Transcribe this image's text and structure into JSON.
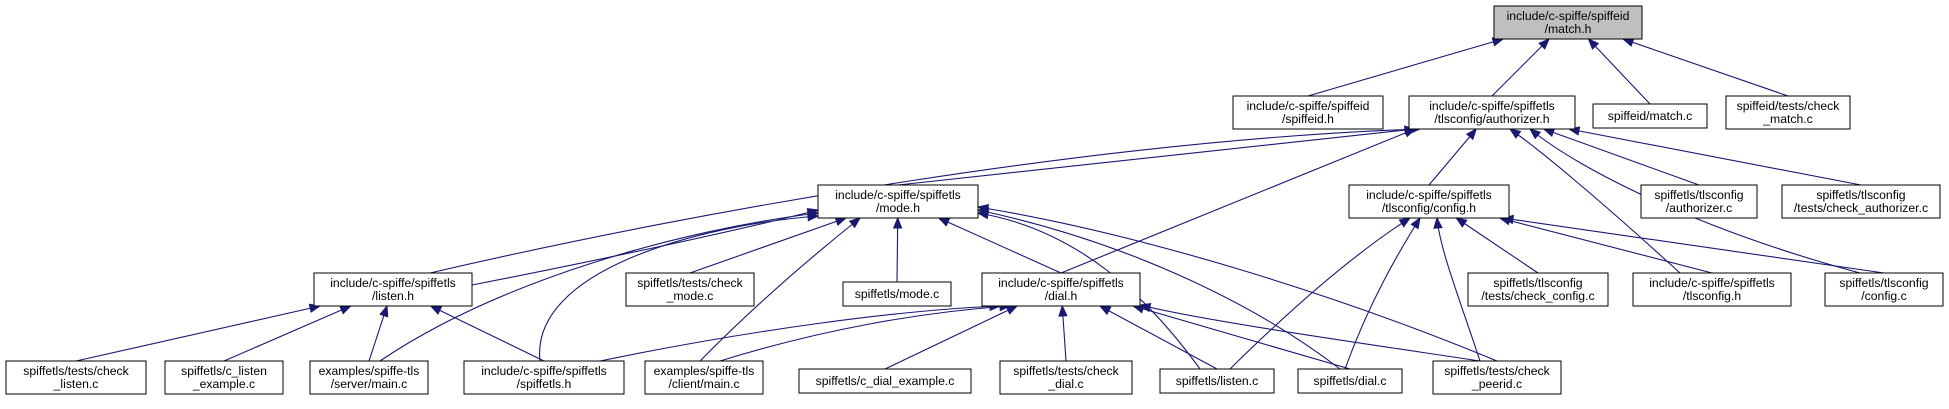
{
  "colors": {
    "edge": "#191970",
    "root_fill": "#bfbfbf",
    "node_fill": "#ffffff",
    "border": "#000000"
  },
  "nodes": [
    {
      "id": "match_h",
      "lines": [
        "include/c-spiffe/spiffeid",
        "/match.h"
      ],
      "root": true
    },
    {
      "id": "spiffeid_h",
      "lines": [
        "include/c-spiffe/spiffeid",
        "/spiffeid.h"
      ]
    },
    {
      "id": "authorizer_h",
      "lines": [
        "include/c-spiffe/spiffetls",
        "/tlsconfig/authorizer.h"
      ]
    },
    {
      "id": "match_c",
      "lines": [
        "spiffeid/match.c"
      ]
    },
    {
      "id": "check_match_c",
      "lines": [
        "spiffeid/tests/check",
        "_match.c"
      ]
    },
    {
      "id": "mode_h",
      "lines": [
        "include/c-spiffe/spiffetls",
        "/mode.h"
      ]
    },
    {
      "id": "config_h",
      "lines": [
        "include/c-spiffe/spiffetls",
        "/tlsconfig/config.h"
      ]
    },
    {
      "id": "authorizer_c",
      "lines": [
        "spiffetls/tlsconfig",
        "/authorizer.c"
      ]
    },
    {
      "id": "check_authorizer_c",
      "lines": [
        "spiffetls/tlsconfig",
        "/tests/check_authorizer.c"
      ]
    },
    {
      "id": "listen_h",
      "lines": [
        "include/c-spiffe/spiffetls",
        "/listen.h"
      ]
    },
    {
      "id": "check_mode_c",
      "lines": [
        "spiffetls/tests/check",
        "_mode.c"
      ]
    },
    {
      "id": "mode_c",
      "lines": [
        "spiffetls/mode.c"
      ]
    },
    {
      "id": "dial_h",
      "lines": [
        "include/c-spiffe/spiffetls",
        "/dial.h"
      ]
    },
    {
      "id": "check_config_c",
      "lines": [
        "spiffetls/tlsconfig",
        "/tests/check_config.c"
      ]
    },
    {
      "id": "tlsconfig_h",
      "lines": [
        "include/c-spiffe/spiffetls",
        "/tlsconfig.h"
      ]
    },
    {
      "id": "config_c",
      "lines": [
        "spiffetls/tlsconfig",
        "/config.c"
      ]
    },
    {
      "id": "check_listen_c",
      "lines": [
        "spiffetls/tests/check",
        "_listen.c"
      ]
    },
    {
      "id": "c_listen_example_c",
      "lines": [
        "spiffetls/c_listen",
        "_example.c"
      ]
    },
    {
      "id": "server_main_c",
      "lines": [
        "examples/spiffe-tls",
        "/server/main.c"
      ]
    },
    {
      "id": "spiffetls_h",
      "lines": [
        "include/c-spiffe/spiffetls",
        "/spiffetls.h"
      ]
    },
    {
      "id": "client_main_c",
      "lines": [
        "examples/spiffe-tls",
        "/client/main.c"
      ]
    },
    {
      "id": "c_dial_example_c",
      "lines": [
        "spiffetls/c_dial_example.c"
      ]
    },
    {
      "id": "check_dial_c",
      "lines": [
        "spiffetls/tests/check",
        "_dial.c"
      ]
    },
    {
      "id": "listen_c",
      "lines": [
        "spiffetls/listen.c"
      ]
    },
    {
      "id": "dial_c",
      "lines": [
        "spiffetls/dial.c"
      ]
    },
    {
      "id": "check_peerid_c",
      "lines": [
        "spiffetls/tests/check",
        "_peerid.c"
      ]
    }
  ],
  "edges": [
    [
      "spiffeid_h",
      "match_h"
    ],
    [
      "authorizer_h",
      "match_h"
    ],
    [
      "match_c",
      "match_h"
    ],
    [
      "check_match_c",
      "match_h"
    ],
    [
      "mode_h",
      "authorizer_h"
    ],
    [
      "listen_h",
      "authorizer_h"
    ],
    [
      "config_h",
      "authorizer_h"
    ],
    [
      "dial_h",
      "authorizer_h"
    ],
    [
      "authorizer_c",
      "authorizer_h"
    ],
    [
      "check_authorizer_c",
      "authorizer_h"
    ],
    [
      "tlsconfig_h",
      "authorizer_h"
    ],
    [
      "config_c",
      "authorizer_h"
    ],
    [
      "listen_h",
      "mode_h"
    ],
    [
      "check_mode_c",
      "mode_h"
    ],
    [
      "mode_c",
      "mode_h"
    ],
    [
      "dial_h",
      "mode_h"
    ],
    [
      "server_main_c",
      "mode_h"
    ],
    [
      "spiffetls_h",
      "mode_h"
    ],
    [
      "client_main_c",
      "mode_h"
    ],
    [
      "listen_c",
      "mode_h"
    ],
    [
      "dial_c",
      "mode_h"
    ],
    [
      "check_peerid_c",
      "mode_h"
    ],
    [
      "check_config_c",
      "config_h"
    ],
    [
      "tlsconfig_h",
      "config_h"
    ],
    [
      "config_c",
      "config_h"
    ],
    [
      "listen_c",
      "config_h"
    ],
    [
      "dial_c",
      "config_h"
    ],
    [
      "check_peerid_c",
      "config_h"
    ],
    [
      "check_listen_c",
      "listen_h"
    ],
    [
      "c_listen_example_c",
      "listen_h"
    ],
    [
      "server_main_c",
      "listen_h"
    ],
    [
      "spiffetls_h",
      "listen_h"
    ],
    [
      "spiffetls_h",
      "dial_h"
    ],
    [
      "client_main_c",
      "dial_h"
    ],
    [
      "c_dial_example_c",
      "dial_h"
    ],
    [
      "check_dial_c",
      "dial_h"
    ],
    [
      "listen_c",
      "dial_h"
    ],
    [
      "dial_c",
      "dial_h"
    ],
    [
      "check_peerid_c",
      "dial_h"
    ]
  ]
}
